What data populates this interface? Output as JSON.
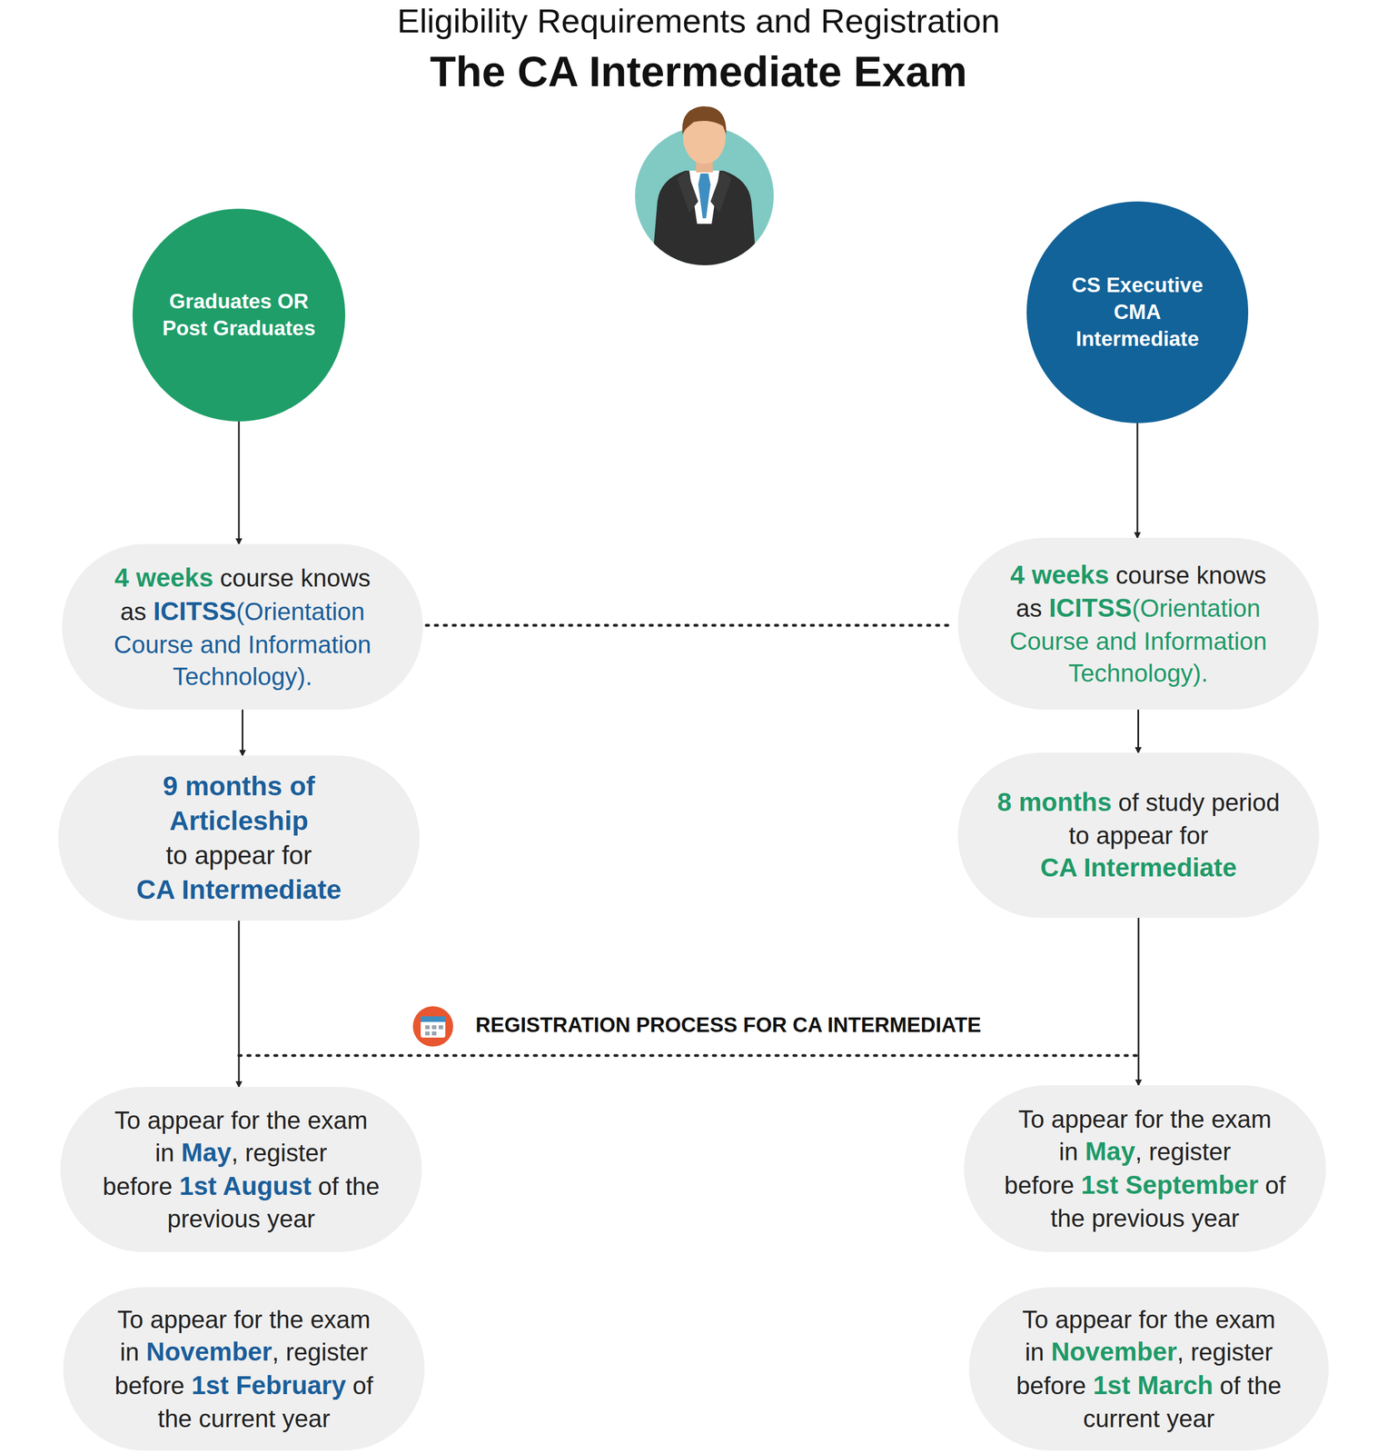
{
  "diagram": {
    "title": "The CA Intermediate Exam",
    "nodes": [
      {
        "text": [
          "Graduates OR Post Graduates"
        ]
      },
      {
        "text": [
          "CS Executive CMA Intermediate"
        ]
      },
      {
        "text": [
          "4 weeks",
          "course knows as",
          "ICITSS",
          "(Orientation Course and Information Technology)."
        ]
      },
      {
        "text": [
          "4 weeks",
          "course knows as",
          "ICITSS",
          "(Orientation Course and Information Technology)."
        ]
      },
      {
        "text": [
          "9 months of Articleship",
          "to appear for",
          "CA Intermediate"
        ]
      },
      {
        "text": [
          "8 months",
          "of study period to appear for",
          "CA Intermediate"
        ]
      },
      {
        "text": [
          "To appear for the exam in",
          "May",
          ", register before",
          "1st August",
          "of the previous year"
        ]
      },
      {
        "text": [
          "To appear for the exam in",
          "November",
          ", register before",
          "1st February",
          "of the current year"
        ]
      },
      {
        "text": [
          "To appear for the exam in",
          "May",
          ", register before",
          "1st September",
          "of the previous year"
        ]
      },
      {
        "text": [
          "To appear for the exam in",
          "November",
          ", register before",
          "1st March",
          "of the current year"
        ]
      }
    ],
    "edges": [
      {
        "from": 0,
        "to": 2,
        "arrow": "to"
      },
      {
        "from": 2,
        "to": 4,
        "arrow": "to"
      },
      {
        "from": 4,
        "to": 6,
        "arrow": "to"
      },
      {
        "from": 1,
        "to": 3,
        "arrow": "to"
      },
      {
        "from": 3,
        "to": 5,
        "arrow": "to"
      },
      {
        "from": 5,
        "to": 8,
        "arrow": "to"
      },
      {
        "from": 2,
        "to": 3,
        "arrow": "none"
      }
    ],
    "labels": [
      "Eligibility Requirements and Registration",
      "REGISTRATION PROCESS FOR CA INTERMEDIATE"
    ]
  }
}
